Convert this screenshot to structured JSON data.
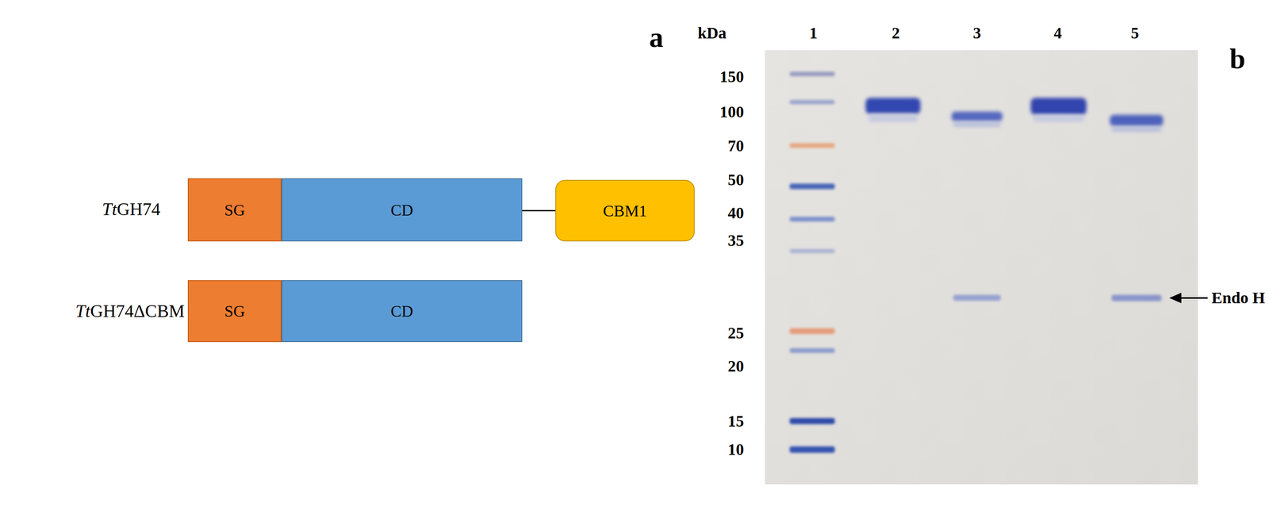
{
  "diagram": {
    "nodes": [
      {
        "text": [
          "SG"
        ]
      },
      {
        "text": [
          "CD"
        ]
      },
      {
        "text": [
          "CBM1"
        ]
      },
      {
        "text": [
          "SG"
        ]
      },
      {
        "text": [
          "CD"
        ]
      }
    ],
    "edges": [
      {
        "from": 1,
        "to": 2,
        "arrow": "none"
      }
    ],
    "labels": [
      "a",
      "TtGH74",
      "TtGH74ΔCBM",
      "kDa",
      "1",
      "2",
      "3",
      "4",
      "5",
      "150",
      "100",
      "70",
      "50",
      "40",
      "35",
      "25",
      "20",
      "15",
      "10",
      "Endo H",
      "b"
    ]
  }
}
